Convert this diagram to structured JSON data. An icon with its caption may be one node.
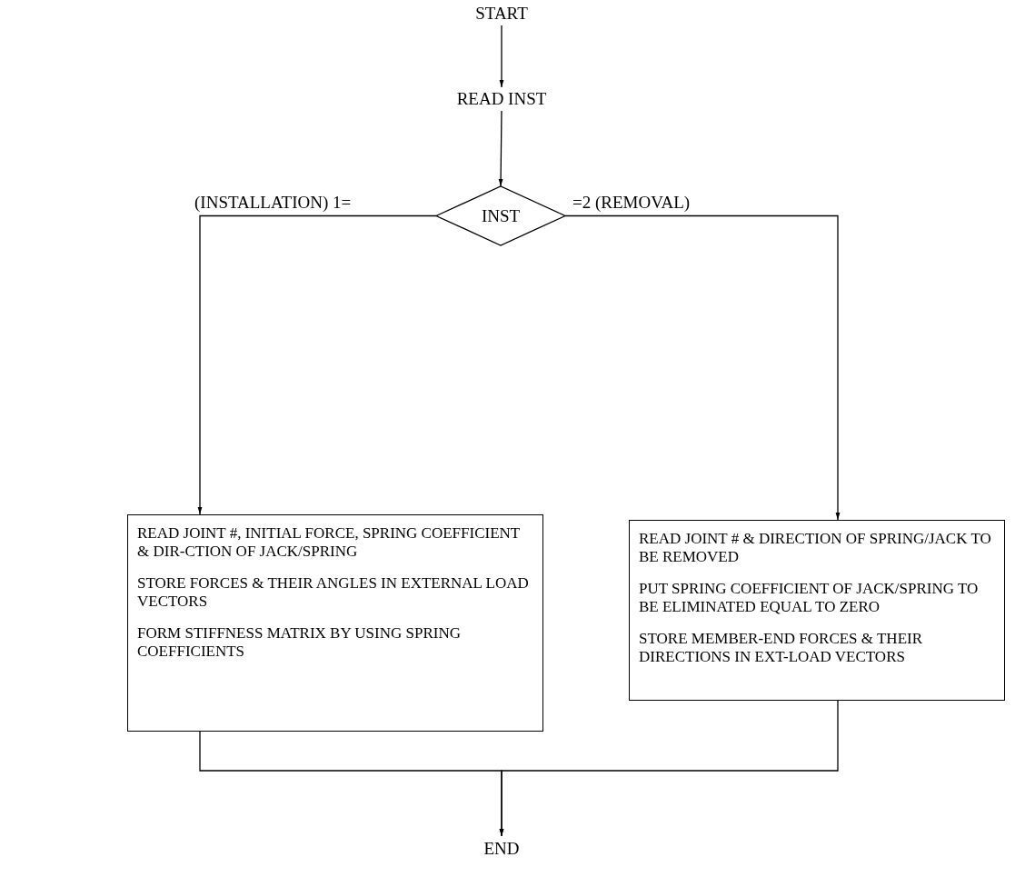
{
  "diagram": {
    "nodes": [
      {
        "text": [
          "START"
        ]
      },
      {
        "text": [
          "READ INST"
        ]
      },
      {
        "text": [
          "INST"
        ]
      },
      {
        "text": [
          "READ JOINT #, INITIAL FORCE, SPRING COEFFICIENT & DIR-CTION OF JACK/SPRING",
          "STORE FORCES & THEIR ANGLES IN EXTERNAL LOAD VECTORS",
          "FORM STIFFNESS MATRIX BY USING SPRING COEFFICIENTS"
        ]
      },
      {
        "text": [
          "READ JOINT # & DIRECTION OF SPRING/JACK TO BE REMOVED",
          "PUT SPRING COEFFICIENT OF JACK/SPRING TO BE ELIMINATED EQUAL TO ZERO",
          "STORE MEMBER-END FORCES & THEIR DIRECTIONS IN EXT-LOAD VECTORS"
        ]
      },
      {
        "text": [
          "END"
        ]
      }
    ],
    "edges": [
      {
        "from": 0,
        "to": 1,
        "arrow": "to"
      },
      {
        "from": 1,
        "to": 2,
        "arrow": "to"
      },
      {
        "from": 2,
        "to": 3,
        "arrow": "to",
        "label": "(INSTALLATION) 1="
      },
      {
        "from": 2,
        "to": 4,
        "arrow": "to",
        "label": "=2 (REMOVAL)"
      },
      {
        "from": 3,
        "to": 5,
        "arrow": "to"
      },
      {
        "from": 4,
        "to": 5,
        "arrow": "to"
      }
    ]
  }
}
